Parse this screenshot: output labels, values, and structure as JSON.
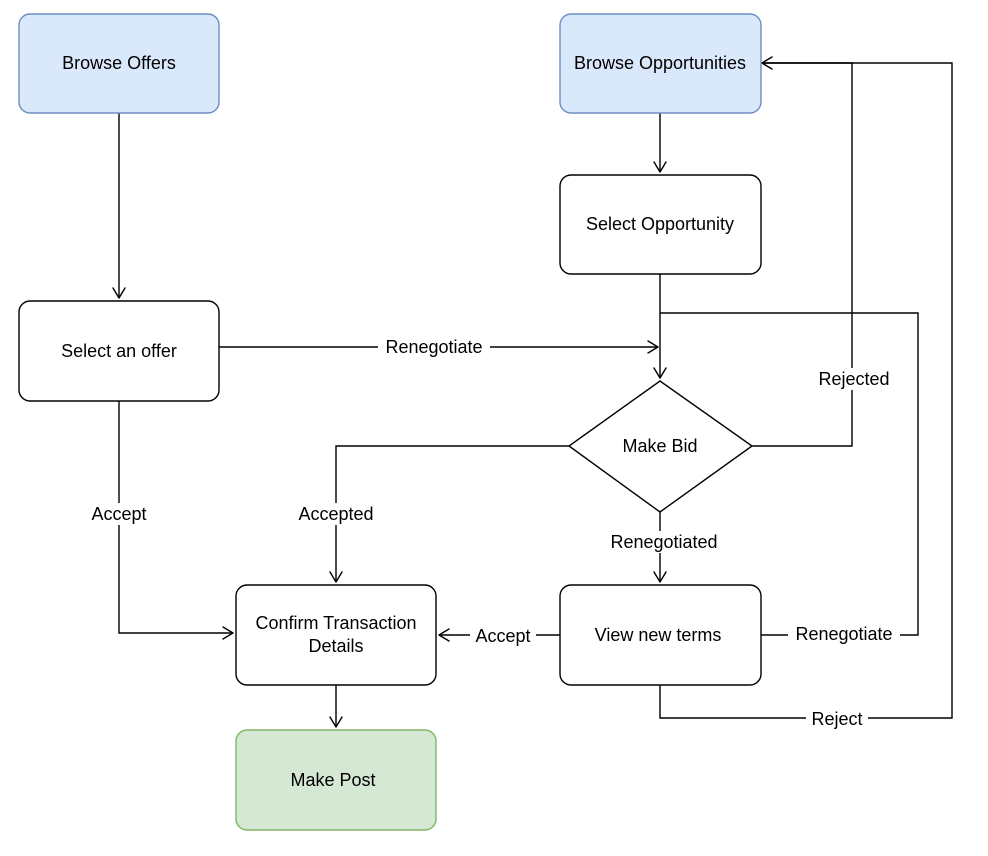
{
  "colors": {
    "start_fill": "#dae8fc",
    "start_stroke": "#6c8ebf",
    "end_fill": "#d5e8d4",
    "end_stroke": "#82b366",
    "process_fill": "#ffffff",
    "stroke": "#000000"
  },
  "nodes": {
    "browse_offers": "Browse Offers",
    "browse_opportunities": "Browse Opportunities",
    "select_opportunity": "Select Opportunity",
    "select_offer": "Select an offer",
    "make_bid": "Make Bid",
    "confirm_transaction_line1": "Confirm Transaction",
    "confirm_transaction_line2": "Details",
    "view_new_terms": "View new terms",
    "make_post": "Make Post"
  },
  "edges": {
    "renegotiate_top": "Renegotiate",
    "rejected": "Rejected",
    "accept_left": "Accept",
    "accepted": "Accepted",
    "renegotiated": "Renegotiated",
    "accept_mid": "Accept",
    "renegotiate_right": "Renegotiate",
    "reject": "Reject"
  }
}
